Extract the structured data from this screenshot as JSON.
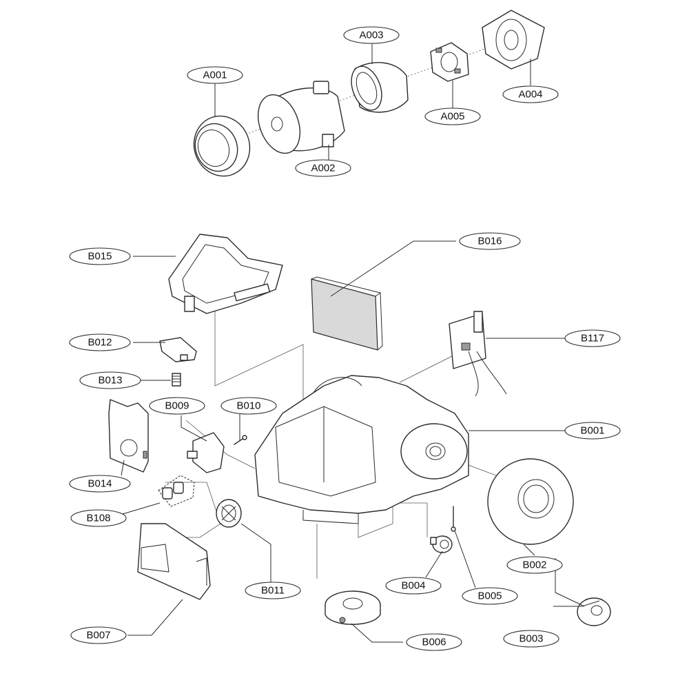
{
  "callouts": {
    "a001": "A001",
    "a002": "A002",
    "a003": "A003",
    "a004": "A004",
    "a005": "A005",
    "b001": "B001",
    "b002": "B002",
    "b003": "B003",
    "b004": "B004",
    "b005": "B005",
    "b006": "B006",
    "b007": "B007",
    "b009": "B009",
    "b010": "B010",
    "b011": "B011",
    "b012": "B012",
    "b013": "B013",
    "b014": "B014",
    "b015": "B015",
    "b016": "B016",
    "b108": "B108",
    "b117": "B117"
  },
  "colors": {
    "line": "#2a2a2a",
    "filter_fill": "#d9d9d9",
    "background": "#ffffff"
  }
}
